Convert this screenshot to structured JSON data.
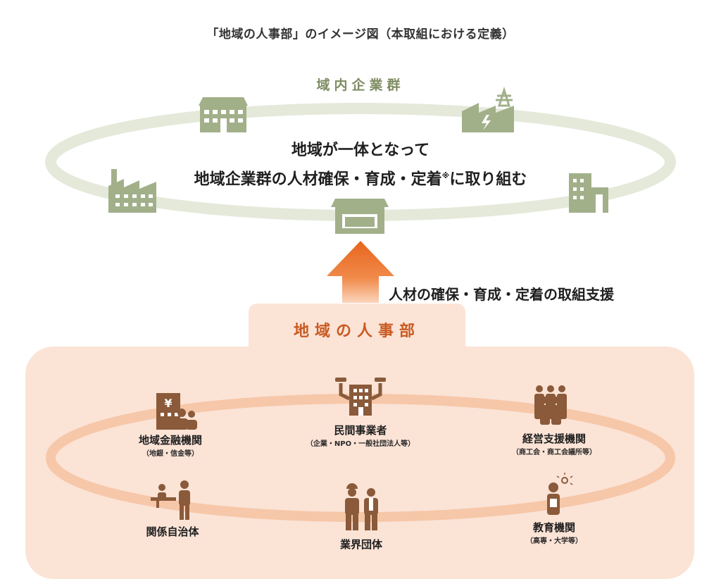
{
  "page_title": "「地域の人事部」のイメージ図（本取組における定義）",
  "regional_companies": {
    "heading": "域内企業群",
    "message_line1": "地域が一体となって",
    "message_line2_before_mark": "地域企業群の人材確保・育成・定着",
    "message_mark": "※",
    "message_line2_after_mark": "に取り組む"
  },
  "support_label": "人材の確保・育成・定着の取組支援",
  "regional_hr": {
    "title": "地域の人事部",
    "organizations": [
      {
        "name": "地域金融機関",
        "sub": "（地銀・信金等）",
        "icon": "bank-icon"
      },
      {
        "name": "民間事業者",
        "sub": "（企業・NPO・一般社団法人等）",
        "icon": "strong-building-icon"
      },
      {
        "name": "経営支援機関",
        "sub": "（商工会・商工会議所等）",
        "icon": "business-people-icon"
      },
      {
        "name": "関係自治体",
        "sub": "",
        "icon": "municipal-counter-icon"
      },
      {
        "name": "業界団体",
        "sub": "",
        "icon": "industry-workers-icon"
      },
      {
        "name": "教育機関",
        "sub": "（高専・大学等）",
        "icon": "student-idea-icon"
      }
    ]
  },
  "colors": {
    "company_green": "#a2b08a",
    "ring_green": "#e4e9da",
    "arrow_orange": "#e8651e",
    "hr_panel": "#fbe3d6",
    "hr_ring": "#f6c7a8",
    "hr_title": "#c95a22",
    "org_icon_brown": "#8a5a3a"
  }
}
